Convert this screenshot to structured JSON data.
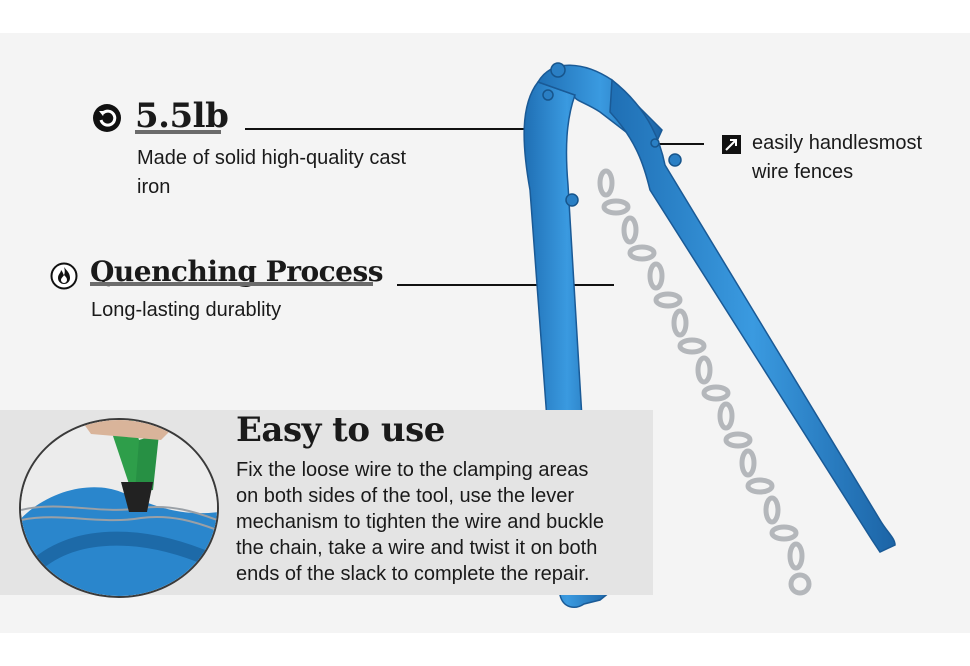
{
  "features": [
    {
      "icon": "circular-arrow-icon",
      "title": "5.5lb",
      "description": "Made of solid high-quality cast iron"
    },
    {
      "icon": "flame-badge-icon",
      "title": "Quenching Process",
      "description": "Long-lasting durablity"
    }
  ],
  "right_note": {
    "icon": "square-arrow-icon",
    "line1": "easily handlesmost",
    "line2": "wire fences"
  },
  "easy": {
    "title": "Easy to use",
    "lines": [
      "Fix the loose wire to the clamping areas",
      "on both sides of the tool, use the lever",
      "mechanism to tighten the wire and buckle",
      "the chain, take a wire and twist it on both",
      "ends of the slack to complete the repair."
    ]
  },
  "colors": {
    "tool_blue": "#2a86cc",
    "chain_silver": "#b9bcc0",
    "panel_gray": "#f4f4f4",
    "box_gray": "#e4e4e4"
  }
}
